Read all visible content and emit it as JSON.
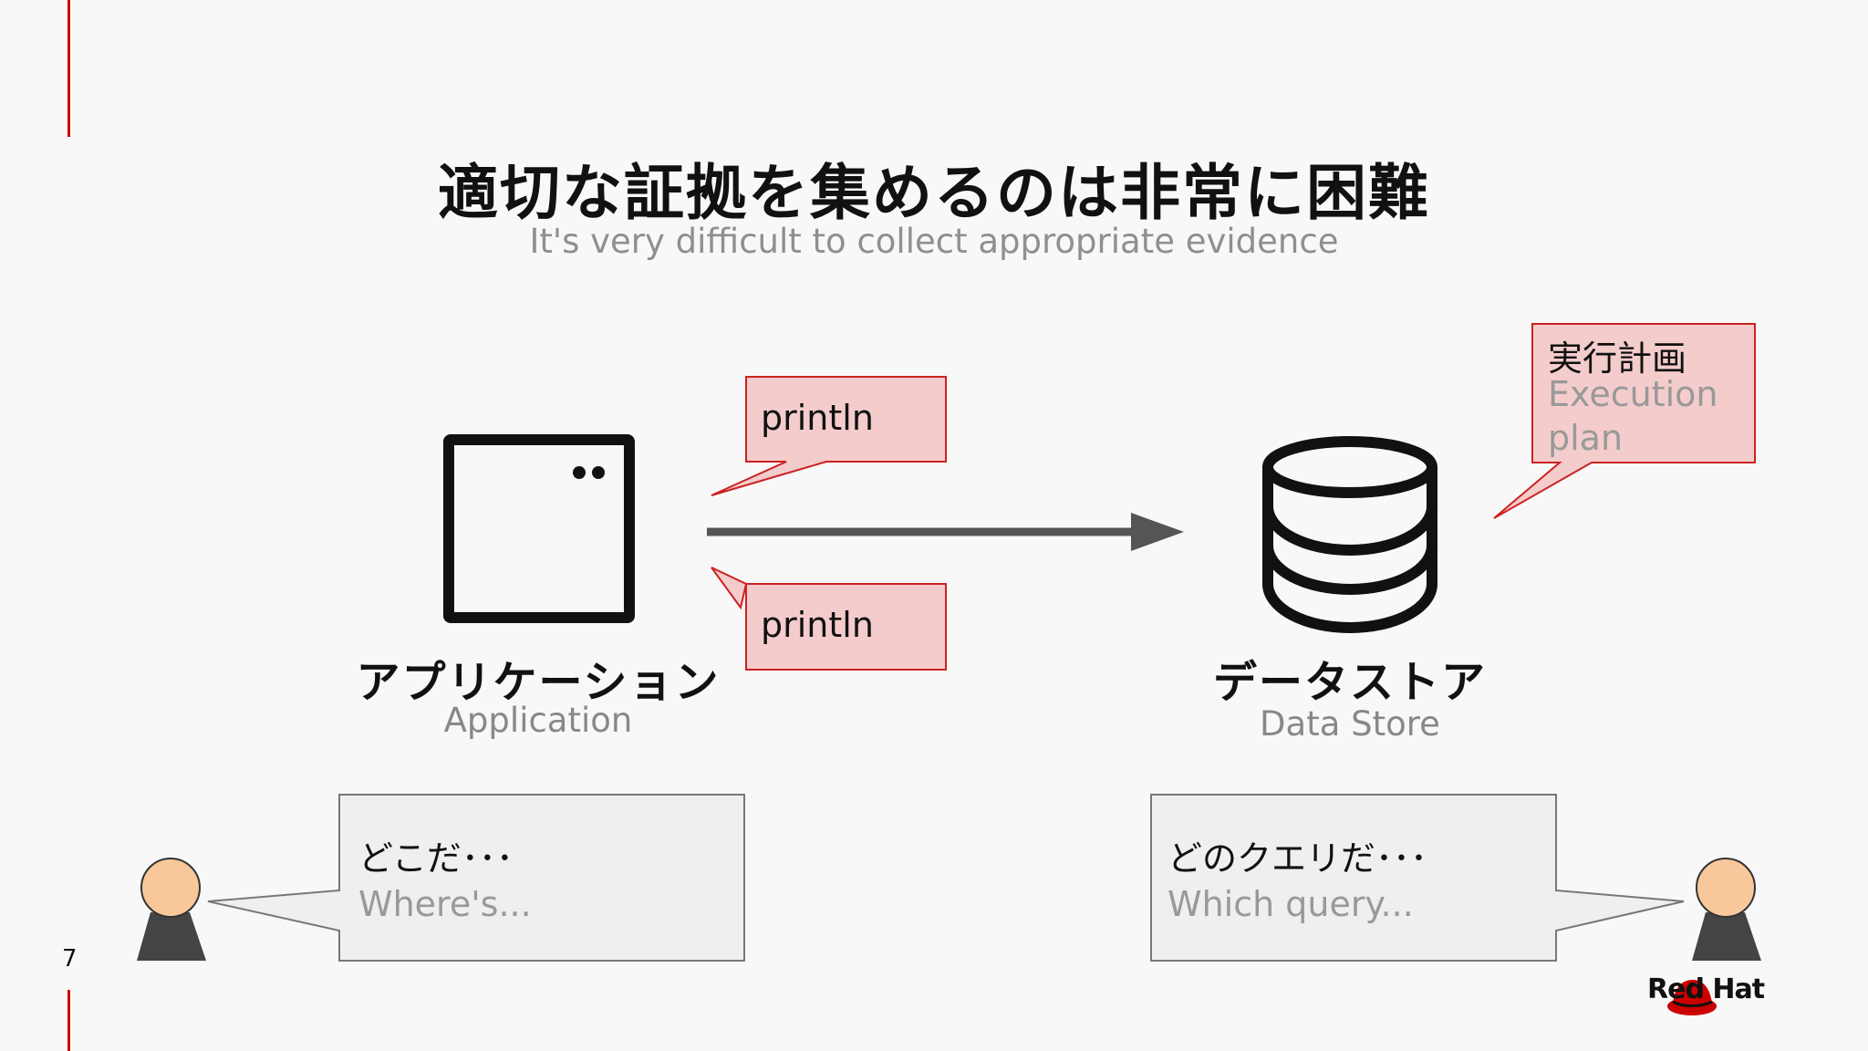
{
  "title": "適切な証拠を集めるのは非常に困難",
  "subtitle": "It's very difficult to collect appropriate evidence",
  "application": {
    "label_jp": "アプリケーション",
    "label_en": "Application"
  },
  "datastore": {
    "label_jp": "データストア",
    "label_en": "Data Store"
  },
  "callouts": {
    "println_top": "println",
    "println_bottom": "println",
    "execution_plan_jp": "実行計画",
    "execution_plan_en_1": "Execution",
    "execution_plan_en_2": "plan"
  },
  "speech": {
    "left_jp": "どこだ･･･",
    "left_en": "Where's...",
    "right_jp": "どのクエリだ･･･",
    "right_en": "Which query..."
  },
  "page_number": "7",
  "brand": "Red Hat",
  "colors": {
    "accent": "#cc0000",
    "callout_fill": "#f4cccc",
    "callout_border": "#cc2222",
    "bubble_fill": "#efefef",
    "person_head": "#f9c89a",
    "person_body": "#444444",
    "arrow": "#555555"
  }
}
